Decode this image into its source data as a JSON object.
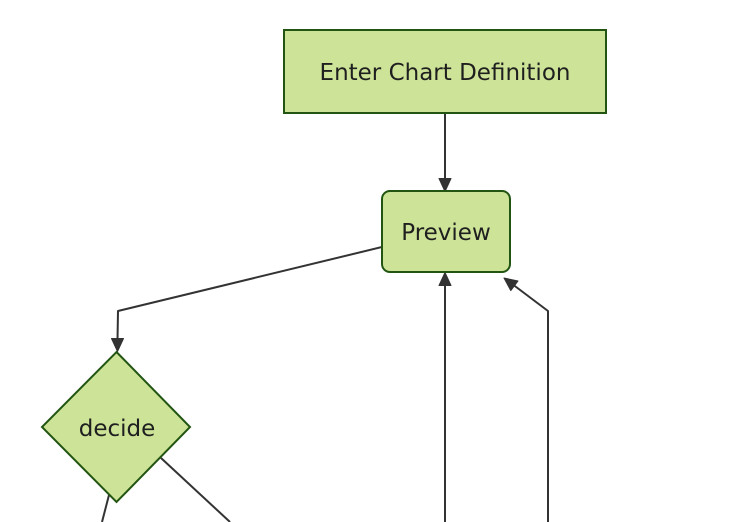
{
  "diagram": {
    "type": "flowchart",
    "direction": "top-down",
    "nodes": [
      {
        "id": "enter-chart-definition",
        "label": "Enter Chart Definition",
        "shape": "rectangle"
      },
      {
        "id": "preview",
        "label": "Preview",
        "shape": "rounded-rectangle"
      },
      {
        "id": "decide",
        "label": "decide",
        "shape": "diamond"
      }
    ],
    "edges": [
      {
        "from": "enter-chart-definition",
        "to": "preview",
        "arrowhead": true
      },
      {
        "from": "preview",
        "to": "decide",
        "arrowhead": true
      },
      {
        "from": "offscreen-bottom",
        "to": "preview",
        "arrowhead": true
      },
      {
        "from": "offscreen-bottom-right",
        "to": "preview",
        "arrowhead": true
      },
      {
        "from": "decide",
        "to": "offscreen-bottom-left",
        "arrowhead": false
      },
      {
        "from": "decide",
        "to": "offscreen-bottom-right",
        "arrowhead": false
      }
    ]
  },
  "colors": {
    "canvas_bg": "#ffffff",
    "node_fill": "#cde498",
    "node_border": "#235512",
    "edge_line": "#333333",
    "arrowhead": "#333333",
    "label_text": "#1f1f1f"
  }
}
